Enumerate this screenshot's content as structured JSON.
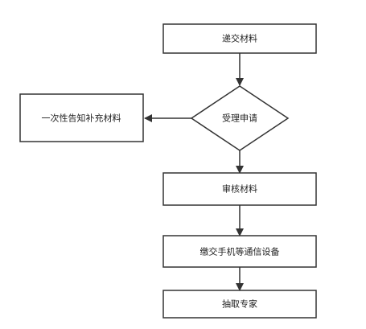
{
  "flowchart": {
    "nodes": {
      "submit": {
        "label": "递交材料",
        "shape": "rectangle"
      },
      "accept": {
        "label": "受理申请",
        "shape": "diamond"
      },
      "supplement": {
        "label": "一次性告知补充材料",
        "shape": "rectangle"
      },
      "review": {
        "label": "审核材料",
        "shape": "rectangle"
      },
      "handover": {
        "label": "缴交手机等通信设备",
        "shape": "rectangle"
      },
      "draw": {
        "label": "抽取专家",
        "shape": "rectangle"
      }
    },
    "edges": [
      {
        "from": "submit",
        "to": "accept"
      },
      {
        "from": "accept",
        "to": "supplement"
      },
      {
        "from": "accept",
        "to": "review"
      },
      {
        "from": "review",
        "to": "handover"
      },
      {
        "from": "handover",
        "to": "draw"
      }
    ],
    "colors": {
      "stroke": "#333333",
      "fill": "#ffffff",
      "text": "#222222"
    }
  }
}
